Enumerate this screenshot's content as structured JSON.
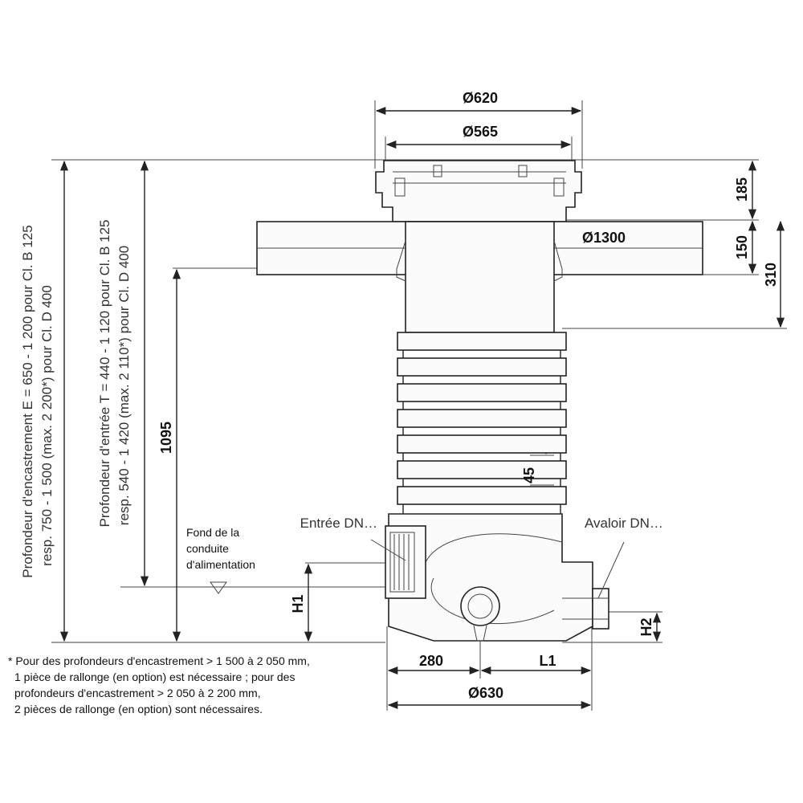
{
  "dimensions": {
    "d620": "Ø620",
    "d565": "Ø565",
    "d1300": "Ø1300",
    "d630": "Ø630",
    "h185": "185",
    "h150": "150",
    "h310": "310",
    "h1095": "1095",
    "h45": "45",
    "h1": "H1",
    "h2": "H2",
    "w280": "280",
    "l1": "L1"
  },
  "labels": {
    "inlet": "Entrée DN…",
    "outlet": "Avaloir DN…",
    "fond_line1": "Fond de la",
    "fond_line2": "conduite",
    "fond_line3": "d'alimentation"
  },
  "vertical_text": {
    "e_line1": "Profondeur d'encastrement E = 650 - 1 200 pour Cl. B 125",
    "e_line2": "resp. 750 - 1 500 (max. 2 200*) pour Cl. D 400",
    "t_line1": "Profondeur d'entrée T = 440 - 1 120 pour Cl. B 125",
    "t_line2": "resp. 540 - 1 420 (max. 2 110*) pour Cl. D 400"
  },
  "footnote": {
    "line1": "* Pour des profondeurs d'encastrement > 1 500 à 2 050 mm,",
    "line2": "1 pièce de rallonge (en option) est nécessaire ; pour des",
    "line3": "profondeurs d'encastrement > 2 050 à 2 200 mm,",
    "line4": "2 pièces de rallonge (en option) sont nécessaires."
  }
}
